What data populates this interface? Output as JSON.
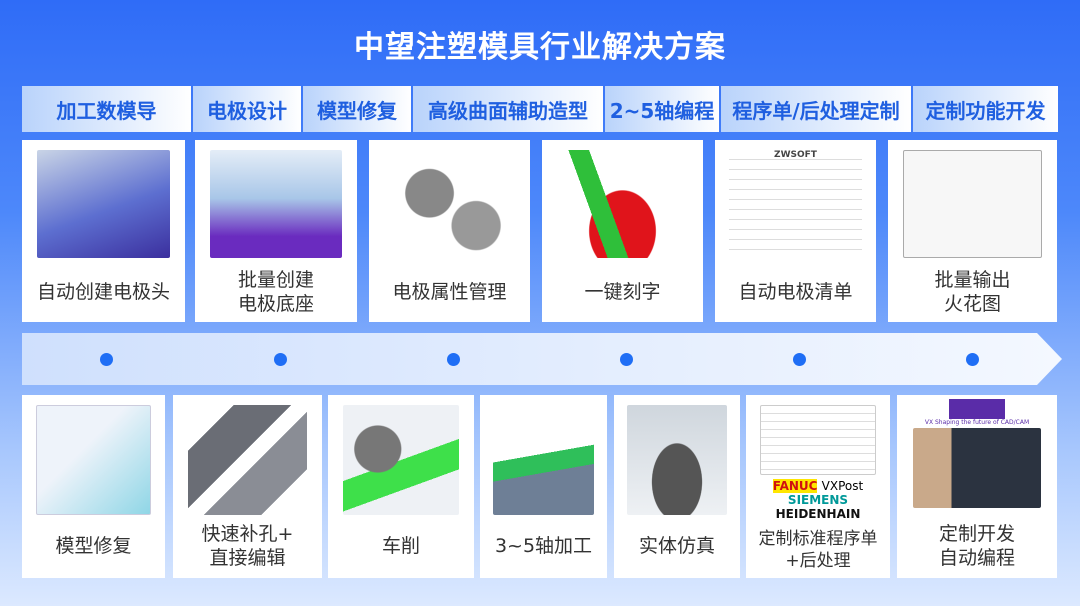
{
  "title": "中望注塑模具行业解决方案",
  "tabs": [
    "加工数模导",
    "电极设计",
    "模型修复",
    "高级曲面辅助造型",
    "2~5轴编程",
    "程序单/后处理定制",
    "定制功能开发"
  ],
  "row1": [
    {
      "label": [
        "自动创建电极头"
      ]
    },
    {
      "label": [
        "批量创建",
        "电极底座"
      ]
    },
    {
      "label": [
        "电极属性管理"
      ]
    },
    {
      "label": [
        "一键刻字"
      ]
    },
    {
      "label": [
        "自动电极清单"
      ],
      "logo": "ZWSOFT"
    },
    {
      "label": [
        "批量输出",
        "火花图"
      ]
    }
  ],
  "row2": [
    {
      "label": [
        "模型修复"
      ]
    },
    {
      "label": [
        "快速补孔+",
        "直接编辑"
      ]
    },
    {
      "label": [
        "车削"
      ]
    },
    {
      "label": [
        "3~5轴加工"
      ]
    },
    {
      "label": [
        "实体仿真"
      ]
    },
    {
      "label": [
        "定制标准程序单",
        "+后处理"
      ],
      "logos": [
        "FANUC",
        "VXPost",
        "SIEMENS",
        "HEIDENHAIN"
      ]
    },
    {
      "label": [
        "定制开发",
        "自动编程"
      ],
      "tagline": "VX Shaping the future of CAD/CAM"
    }
  ],
  "colors": {
    "accent": "#1f5fe0",
    "background": "#2f6cf7",
    "dot": "#1f6ef5"
  }
}
